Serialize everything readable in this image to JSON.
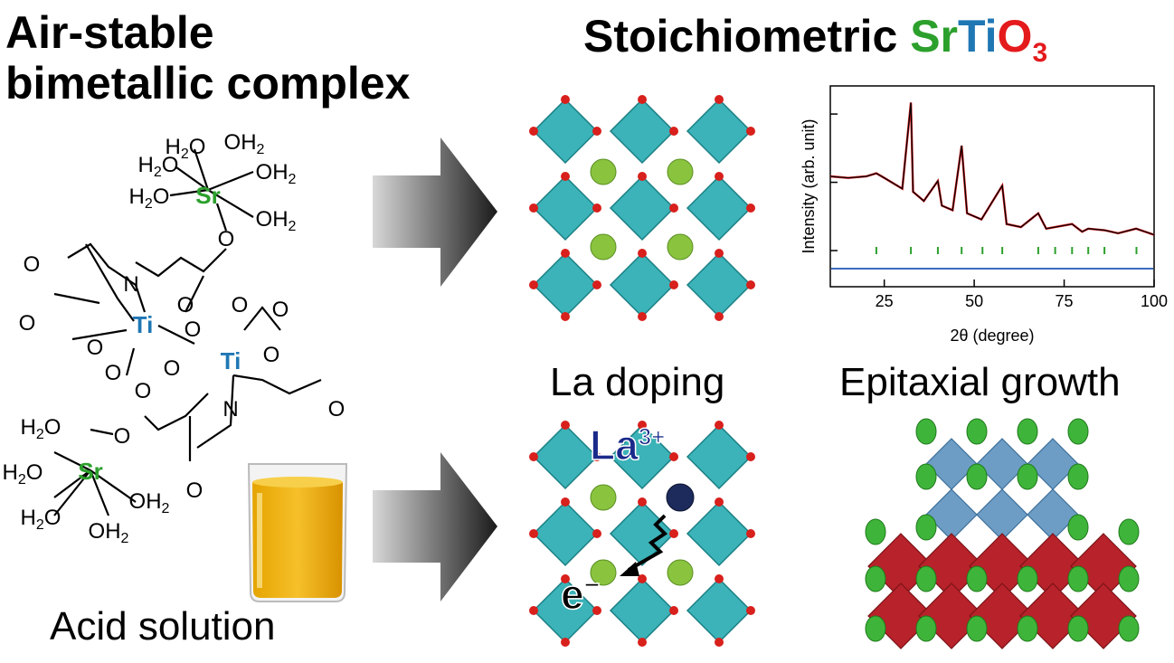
{
  "left": {
    "title_line1": "Air-stable",
    "title_line2": "bimetallic complex",
    "caption": "Acid solution",
    "molecule_labels": {
      "h2o": "H₂O",
      "oh2": "OH₂",
      "sr": "Sr",
      "ti": "Ti",
      "o": "O",
      "n": "N"
    }
  },
  "right": {
    "title_prefix": "Stoichiometric ",
    "title_sr": "Sr",
    "title_ti": "Ti",
    "title_o": "O",
    "title_sub": "3",
    "doping_label": "La doping",
    "epitaxy_label": "Epitaxial growth",
    "la_ion": "La",
    "la_charge": "3+",
    "electron": "e",
    "electron_charge": "−"
  },
  "colors": {
    "sr": "#2ca02c",
    "ti": "#1f77b4",
    "o": "#e41a1c",
    "octahedron_teal": "#3bb3b8",
    "octahedron_blue": "#6d9dc5",
    "octahedron_red": "#b8222a",
    "sphere_green": "#8ac43f",
    "la_sphere": "#1c2a5c"
  },
  "chart_data": {
    "type": "line",
    "xlabel": "2θ (degree)",
    "ylabel": "Intensity (arb. unit)",
    "xlim": [
      10,
      100
    ],
    "x_ticks": [
      25,
      50,
      75,
      100
    ],
    "grid": false,
    "series": [
      {
        "values": [
          [
            10,
            0.5
          ],
          [
            15,
            0.49
          ],
          [
            20,
            0.5
          ],
          [
            22.8,
            0.52
          ],
          [
            25,
            0.49
          ],
          [
            30,
            0.42
          ],
          [
            32.4,
            0.98
          ],
          [
            33,
            0.4
          ],
          [
            36,
            0.34
          ],
          [
            39.9,
            0.47
          ],
          [
            41,
            0.31
          ],
          [
            44,
            0.28
          ],
          [
            46.5,
            0.7
          ],
          [
            48,
            0.26
          ],
          [
            52,
            0.22
          ],
          [
            57.8,
            0.44
          ],
          [
            59,
            0.19
          ],
          [
            63,
            0.17
          ],
          [
            67.8,
            0.26
          ],
          [
            70,
            0.16
          ],
          [
            77.2,
            0.19
          ],
          [
            80,
            0.14
          ],
          [
            81.7,
            0.16
          ],
          [
            86.2,
            0.15
          ],
          [
            90,
            0.13
          ],
          [
            95,
            0.16
          ],
          [
            100,
            0.12
          ]
        ]
      }
    ],
    "reflection_ticks": [
      22.8,
      32.4,
      39.9,
      46.5,
      52.3,
      57.8,
      67.8,
      72.5,
      77.2,
      81.7,
      86.2,
      95.1
    ],
    "difference_baseline": true
  }
}
